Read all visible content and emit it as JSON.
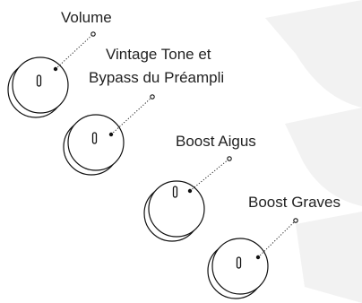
{
  "knobs": [
    {
      "id": "volume",
      "lines": [
        "Volume"
      ]
    },
    {
      "id": "vintage-tone",
      "lines": [
        "Vintage Tone et",
        "Bypass du Préampli"
      ]
    },
    {
      "id": "boost-aigus",
      "lines": [
        "Boost Aigus"
      ]
    },
    {
      "id": "boost-graves",
      "lines": [
        "Boost Graves"
      ]
    }
  ],
  "colors": {
    "stroke": "#111111",
    "text": "#222222",
    "background_watermark": "#f2f2f2"
  }
}
